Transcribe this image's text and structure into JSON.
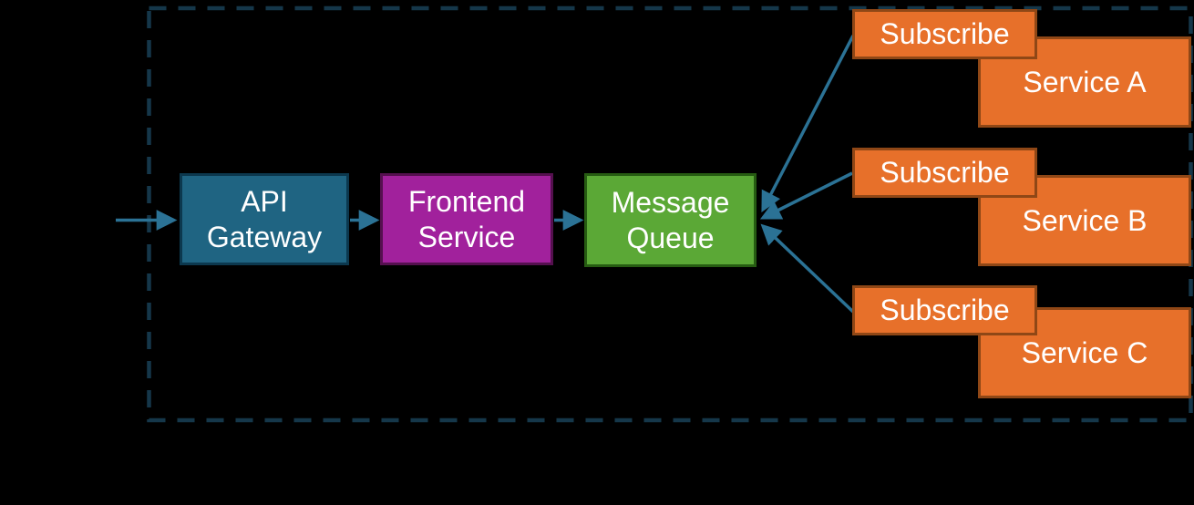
{
  "diagram": {
    "title": "message-queue-fanout-architecture",
    "boundary": {
      "style": "dashed-rectangle",
      "color": "#15374A"
    },
    "colors": {
      "background": "#000000",
      "arrow": "#2B7295",
      "api_gateway_fill": "#1F6482",
      "api_gateway_border": "#0C384E",
      "frontend_service_fill": "#A1219C",
      "frontend_service_border": "#55104F",
      "message_queue_fill": "#5BA836",
      "message_queue_border": "#265C12",
      "subscriber_fill": "#E7702A",
      "subscriber_border": "#8F4716",
      "text": "#FFFFFF"
    },
    "nodes": {
      "api_gateway": {
        "label": "API\nGateway"
      },
      "frontend_service": {
        "label": "Frontend\nService"
      },
      "message_queue": {
        "label": "Message\nQueue"
      }
    },
    "flows": [
      {
        "name": "entry-arrow",
        "from": "external",
        "to": "api_gateway"
      },
      {
        "name": "gateway-to-frontend-arrow",
        "from": "api_gateway",
        "to": "frontend_service"
      },
      {
        "name": "frontend-to-queue-arrow",
        "from": "frontend_service",
        "to": "message_queue"
      },
      {
        "name": "subscribe-line-a",
        "from": "subscriber_a",
        "to": "message_queue"
      },
      {
        "name": "subscribe-line-b",
        "from": "subscriber_b",
        "to": "message_queue"
      },
      {
        "name": "subscribe-line-c",
        "from": "subscriber_c",
        "to": "message_queue"
      }
    ],
    "subscribers": [
      {
        "subscribe_label": "Subscribe",
        "service_label": "Service A"
      },
      {
        "subscribe_label": "Subscribe",
        "service_label": "Service B"
      },
      {
        "subscribe_label": "Subscribe",
        "service_label": "Service C"
      }
    ]
  }
}
